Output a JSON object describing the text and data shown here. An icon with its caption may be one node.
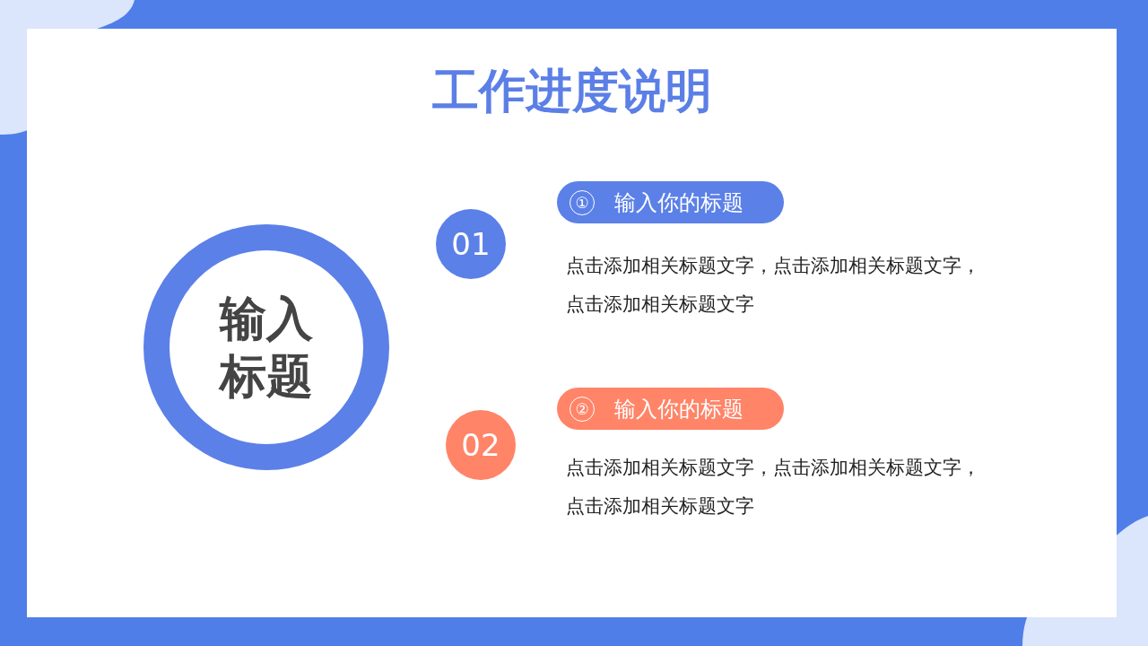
{
  "diagram": {
    "title": "工作进度说明",
    "nodes": [
      {
        "text": [
          "输入标题"
        ]
      },
      {
        "text": [
          "01"
        ]
      },
      {
        "text": [
          "①",
          "输入你的标题"
        ]
      },
      {
        "text": [
          "02"
        ]
      },
      {
        "text": [
          "②",
          "输入你的标题"
        ]
      }
    ],
    "labels": [
      "点击添加相关标题文字，点击添加相关标题文字，点击添加相关标题文字",
      "点击添加相关标题文字，点击添加相关标题文字，点击添加相关标题文字"
    ]
  }
}
